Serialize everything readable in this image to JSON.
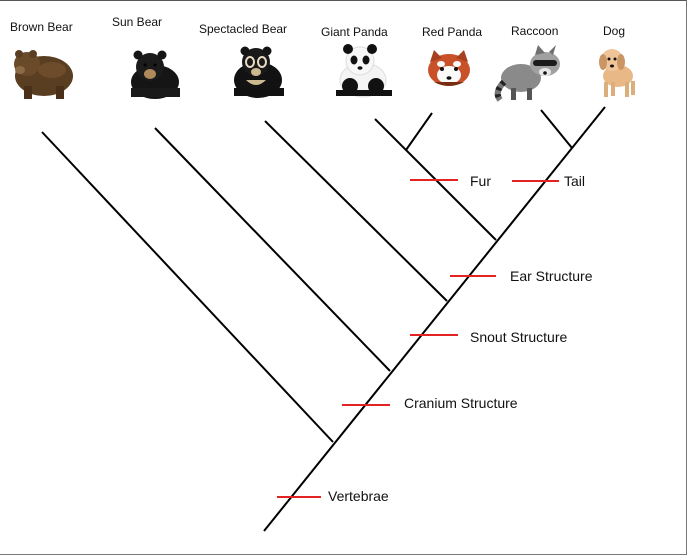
{
  "diagram": {
    "type": "cladogram",
    "taxa": [
      {
        "id": "brown-bear",
        "label": "Brown Bear"
      },
      {
        "id": "sun-bear",
        "label": "Sun Bear"
      },
      {
        "id": "spectacled-bear",
        "label": "Spectacled Bear"
      },
      {
        "id": "giant-panda",
        "label": "Giant Panda"
      },
      {
        "id": "red-panda",
        "label": "Red Panda"
      },
      {
        "id": "raccoon",
        "label": "Raccoon"
      },
      {
        "id": "dog",
        "label": "Dog"
      }
    ],
    "traits": [
      {
        "id": "vertebrae",
        "label": "Vertebrae"
      },
      {
        "id": "cranium",
        "label": "Cranium Structure"
      },
      {
        "id": "snout",
        "label": "Snout Structure"
      },
      {
        "id": "ear",
        "label": "Ear Structure"
      },
      {
        "id": "fur",
        "label": "Fur"
      },
      {
        "id": "tail",
        "label": "Tail"
      }
    ],
    "colors": {
      "branch": "#000000",
      "trait_mark": "#e32222"
    }
  }
}
